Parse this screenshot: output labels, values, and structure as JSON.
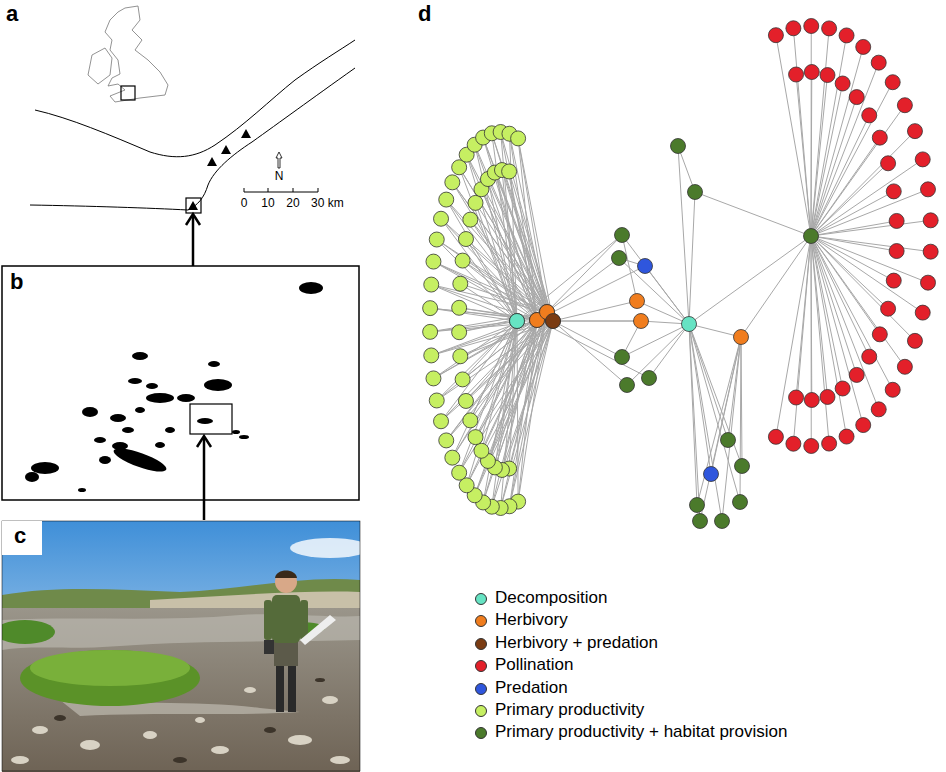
{
  "diagram": {
    "labels": [
      "a",
      "b",
      "c",
      "d",
      "N",
      "0",
      "10",
      "20",
      "30 km"
    ],
    "legend": [
      {
        "text": "Decomposition",
        "color": "#66e3c3"
      },
      {
        "text": "Herbivory",
        "color": "#f07d1e"
      },
      {
        "text": "Herbivory + predation",
        "color": "#7a3b12"
      },
      {
        "text": "Pollination",
        "color": "#e3202a"
      },
      {
        "text": "Predation",
        "color": "#2f56dd"
      },
      {
        "text": "Primary productivity",
        "color": "#c6ef62"
      },
      {
        "text": "Primary productivity + habitat provision",
        "color": "#4b7a2b"
      }
    ]
  }
}
